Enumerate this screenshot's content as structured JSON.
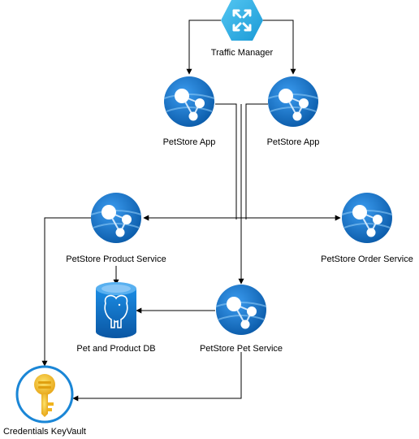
{
  "nodes": {
    "traffic_manager": {
      "label": "Traffic Manager",
      "icon": "traffic-manager-icon"
    },
    "petstore_app_1": {
      "label": "PetStore App",
      "icon": "app-service-icon"
    },
    "petstore_app_2": {
      "label": "PetStore App",
      "icon": "app-service-icon"
    },
    "product_service": {
      "label": "PetStore Product Service",
      "icon": "app-service-icon"
    },
    "order_service": {
      "label": "PetStore Order Service",
      "icon": "app-service-icon"
    },
    "pet_service": {
      "label": "PetStore Pet Service",
      "icon": "app-service-icon"
    },
    "product_db": {
      "label": "Pet and Product DB",
      "icon": "postgresql-database-icon"
    },
    "keyvault": {
      "label": "Credentials KeyVault",
      "icon": "key-vault-icon"
    }
  },
  "colors": {
    "azure_blue": "#0078d4",
    "azure_blue_dark": "#0a5aa8",
    "traffic_cyan": "#2fb3e8",
    "key_gold": "#f6c62b"
  }
}
